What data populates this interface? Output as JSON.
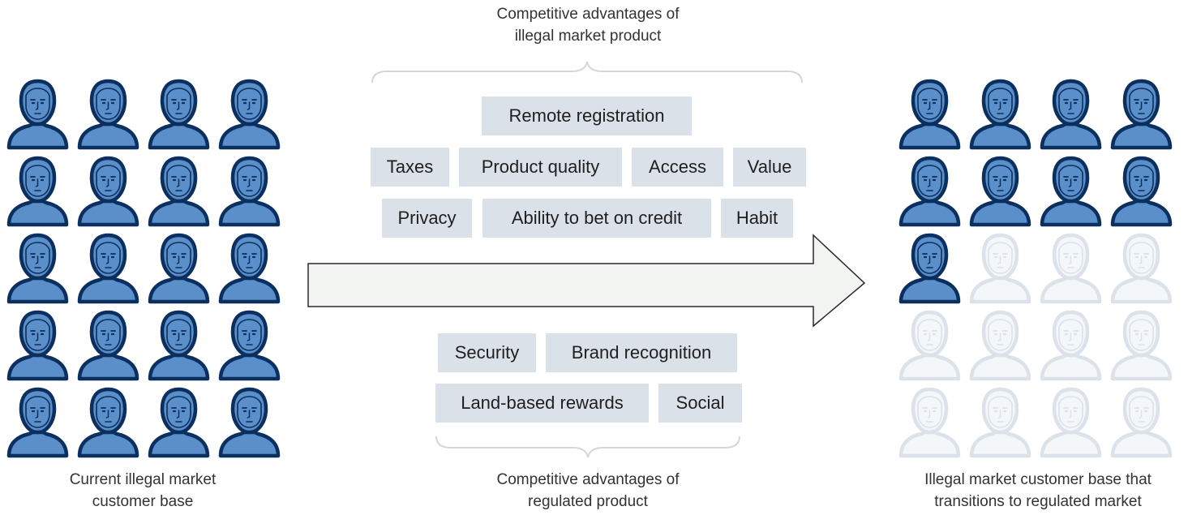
{
  "top_caption": {
    "line1": "Competitive advantages of",
    "line2": "illegal market product"
  },
  "bottom_caption": {
    "line1": "Competitive advantages of",
    "line2": "regulated product"
  },
  "left_caption": {
    "line1": "Current illegal market",
    "line2": "customer base"
  },
  "right_caption": {
    "line1": "Illegal market customer base that",
    "line2": "transitions to regulated market"
  },
  "illegal_advantages": [
    "Remote registration",
    "Taxes",
    "Product quality",
    "Access",
    "Value",
    "Privacy",
    "Ability to bet on credit",
    "Habit"
  ],
  "regulated_advantages": [
    "Security",
    "Brand recognition",
    "Land-based rewards",
    "Social"
  ],
  "left_group": {
    "total": 20,
    "highlighted": 20
  },
  "right_group": {
    "total": 20,
    "highlighted": 9
  },
  "colors": {
    "person_fill": "#5b8fc9",
    "person_stroke": "#0b2f5e",
    "faded_fill": "#f4f7fa",
    "faded_stroke": "#dbe2ea",
    "tag_bg": "#dbe1e8",
    "arrow_fill": "#f1f4f1",
    "arrow_stroke": "#2a2a2a",
    "bracket": "#d2d7dc"
  },
  "icons": {
    "person": "person-icon",
    "arrow": "arrow-right-icon"
  }
}
